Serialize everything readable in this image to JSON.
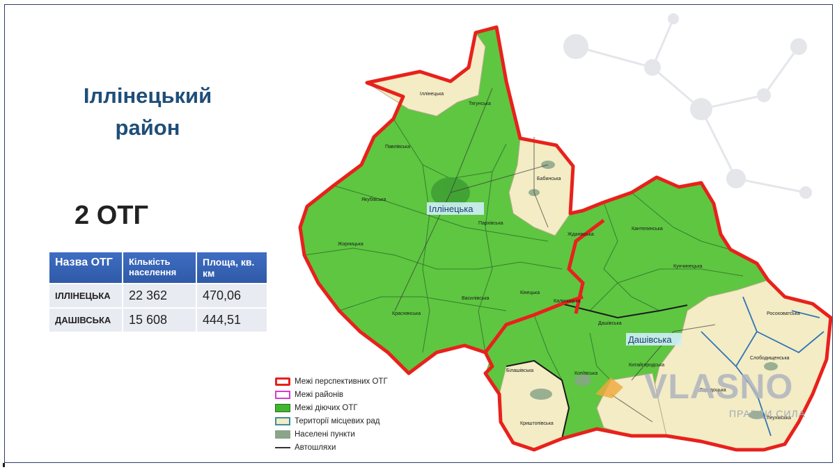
{
  "title": {
    "line1": "Іллінецький",
    "line2": "район"
  },
  "otg_count": "2 ОТГ",
  "table": {
    "headers": [
      "Назва ОТГ",
      "Кількість населення",
      "Площа, кв. км"
    ],
    "rows": [
      [
        "ІЛЛІНЕЦЬКА",
        "22 362",
        "470,06"
      ],
      [
        "ДАШІВСЬКА",
        "15 608",
        "444,51"
      ]
    ]
  },
  "map": {
    "major_labels": [
      "Іллінецька",
      "Дашівська"
    ],
    "council_labels": [
      "Іллінецька",
      "Тягунська",
      "Павлівська",
      "Якубівська",
      "Бабинська",
      "Пархівська",
      "Жданівська",
      "Жорницька",
      "Кантелинська",
      "Кунчинецька",
      "Кінецька",
      "Василівська",
      "Калиницька",
      "Краснянська",
      "Дашівська",
      "Росоховатська",
      "Китайгородська",
      "Слободищенська",
      "Білашівська",
      "Городоцька",
      "Копіївська",
      "Криштопівська",
      "Леухівська"
    ],
    "colors": {
      "otg_fill": "#5ec641",
      "otg_border": "#e8211c",
      "council_fill": "#f3ecc4",
      "river": "#2f73b8",
      "settlement": "#8aa58a"
    }
  },
  "legend": [
    {
      "label": "Межі перспективних ОТГ",
      "swatch": "red-border"
    },
    {
      "label": "Межі районів",
      "swatch": "magenta-border"
    },
    {
      "label": "Межі діючих ОТГ",
      "swatch": "green-fill"
    },
    {
      "label": "Території місцевих рад",
      "swatch": "teal-border"
    },
    {
      "label": "Населені пункти",
      "swatch": "grey-fill"
    },
    {
      "label": "Автошляхи",
      "swatch": "line"
    }
  ],
  "watermark": {
    "main": "VLASNO",
    "sub": "ПРАВДИ СИЛА"
  }
}
